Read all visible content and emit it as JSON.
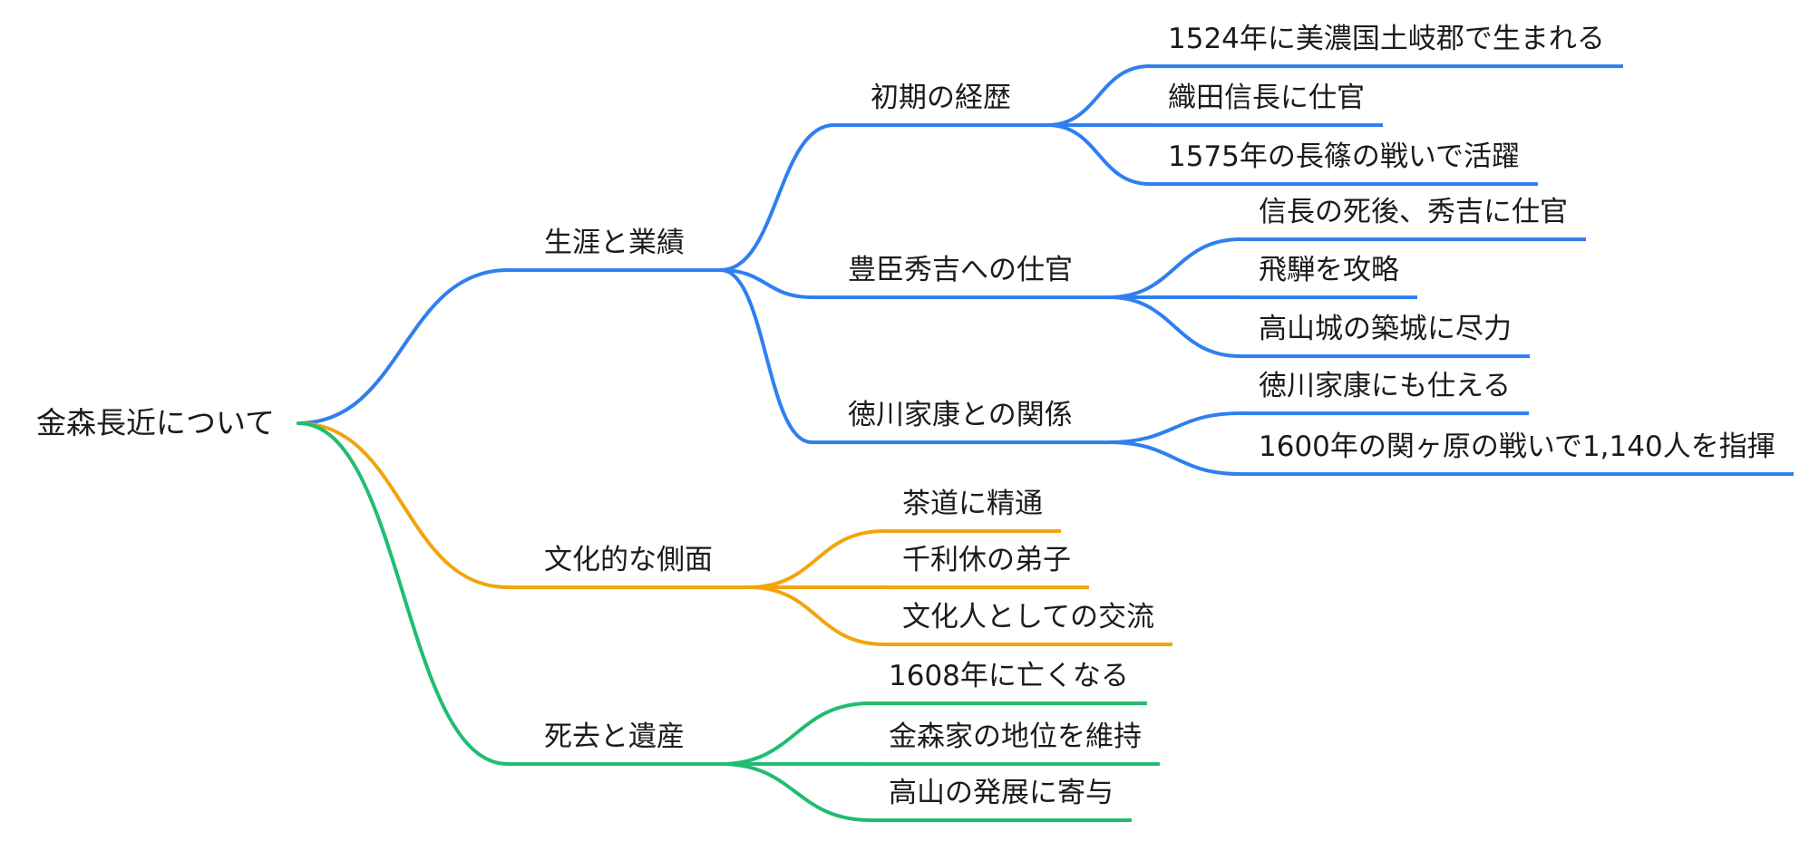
{
  "title": "金森長近について",
  "colors": {
    "blue": "#2E7FF0",
    "orange": "#F2A40D",
    "green": "#20BD70",
    "text": "#1B1B1B",
    "background": "#FFFFFF"
  },
  "root": {
    "label": "金森長近について"
  },
  "branches": [
    {
      "label": "生涯と業績",
      "color": "blue",
      "children": [
        {
          "label": "初期の経歴",
          "children": [
            {
              "label": "1524年に美濃国土岐郡で生まれる"
            },
            {
              "label": "織田信長に仕官"
            },
            {
              "label": "1575年の長篠の戦いで活躍"
            }
          ]
        },
        {
          "label": "豊臣秀吉への仕官",
          "children": [
            {
              "label": "信長の死後、秀吉に仕官"
            },
            {
              "label": "飛騨を攻略"
            },
            {
              "label": "高山城の築城に尽力"
            }
          ]
        },
        {
          "label": "徳川家康との関係",
          "children": [
            {
              "label": "徳川家康にも仕える"
            },
            {
              "label": "1600年の関ヶ原の戦いで1,140人を指揮"
            }
          ]
        }
      ]
    },
    {
      "label": "文化的な側面",
      "color": "orange",
      "children": [
        {
          "label": "茶道に精通"
        },
        {
          "label": "千利休の弟子"
        },
        {
          "label": "文化人としての交流"
        }
      ]
    },
    {
      "label": "死去と遺産",
      "color": "green",
      "children": [
        {
          "label": "1608年に亡くなる"
        },
        {
          "label": "金森家の地位を維持"
        },
        {
          "label": "高山の発展に寄与"
        }
      ]
    }
  ]
}
